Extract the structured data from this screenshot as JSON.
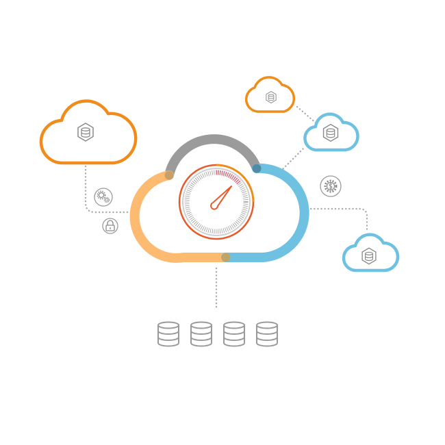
{
  "colors": {
    "orange": "#f08c1a",
    "light_orange": "#fdbb72",
    "blue": "#6fc1e2",
    "gray": "#9b9b9b",
    "red_orange": "#e85a2a",
    "dotted": "#aaaaaa",
    "icon": "#8a8a8a"
  },
  "main_cloud": {
    "segments": [
      "gray",
      "light_orange",
      "blue"
    ],
    "center_icon": "speedometer-gauge-icon"
  },
  "satellite_clouds": [
    {
      "id": "left-large",
      "color": "orange",
      "icon": "database-cube-icon"
    },
    {
      "id": "top-small",
      "color": "orange",
      "icon": "database-cube-icon"
    },
    {
      "id": "right-upper",
      "color": "blue",
      "icon": "database-cube-icon"
    },
    {
      "id": "right-lower",
      "color": "blue",
      "icon": "database-cube-icon"
    }
  ],
  "connector_icons": [
    "gears-icon",
    "lock-icon",
    "dollar-gear-icon"
  ],
  "databases": {
    "count": 4,
    "icon": "database-icon"
  }
}
